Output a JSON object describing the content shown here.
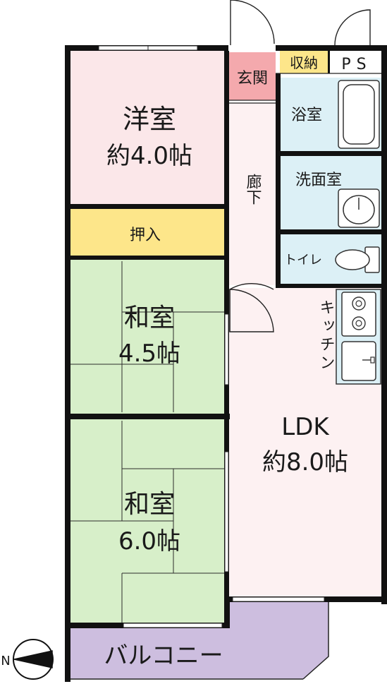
{
  "floorplan": {
    "rooms": {
      "western": {
        "name": "洋室",
        "size": "約4.0帖",
        "color": "#fbe7e9"
      },
      "closet": {
        "name": "押入",
        "color": "#fde68a"
      },
      "washitsu1": {
        "name": "和室",
        "size": "4.5帖",
        "color": "#d7efc9"
      },
      "washitsu2": {
        "name": "和室",
        "size": "6.0帖",
        "color": "#d7efc9"
      },
      "entrance": {
        "name": "玄関",
        "color": "#f4a9ad"
      },
      "storage": {
        "name": "収納",
        "color": "#fde68a"
      },
      "ps": {
        "name": "PS"
      },
      "bath": {
        "name": "浴室",
        "color": "#dcf0f6"
      },
      "washroom": {
        "name": "洗面室",
        "color": "#dcf0f6"
      },
      "toilet": {
        "name": "トイレ",
        "color": "#dcf0f6"
      },
      "hallway": {
        "name": "廊下",
        "color": "#fdf1f2"
      },
      "kitchen": {
        "name": "キッチン",
        "color": "#dcf0f6"
      },
      "ldk": {
        "name": "LDK",
        "size": "約8.0帖",
        "color": "#fdf1f2"
      },
      "balcony": {
        "name": "バルコニー",
        "color": "#cdbedf"
      }
    },
    "compass": {
      "label": "N",
      "icon": "compass-icon"
    }
  }
}
